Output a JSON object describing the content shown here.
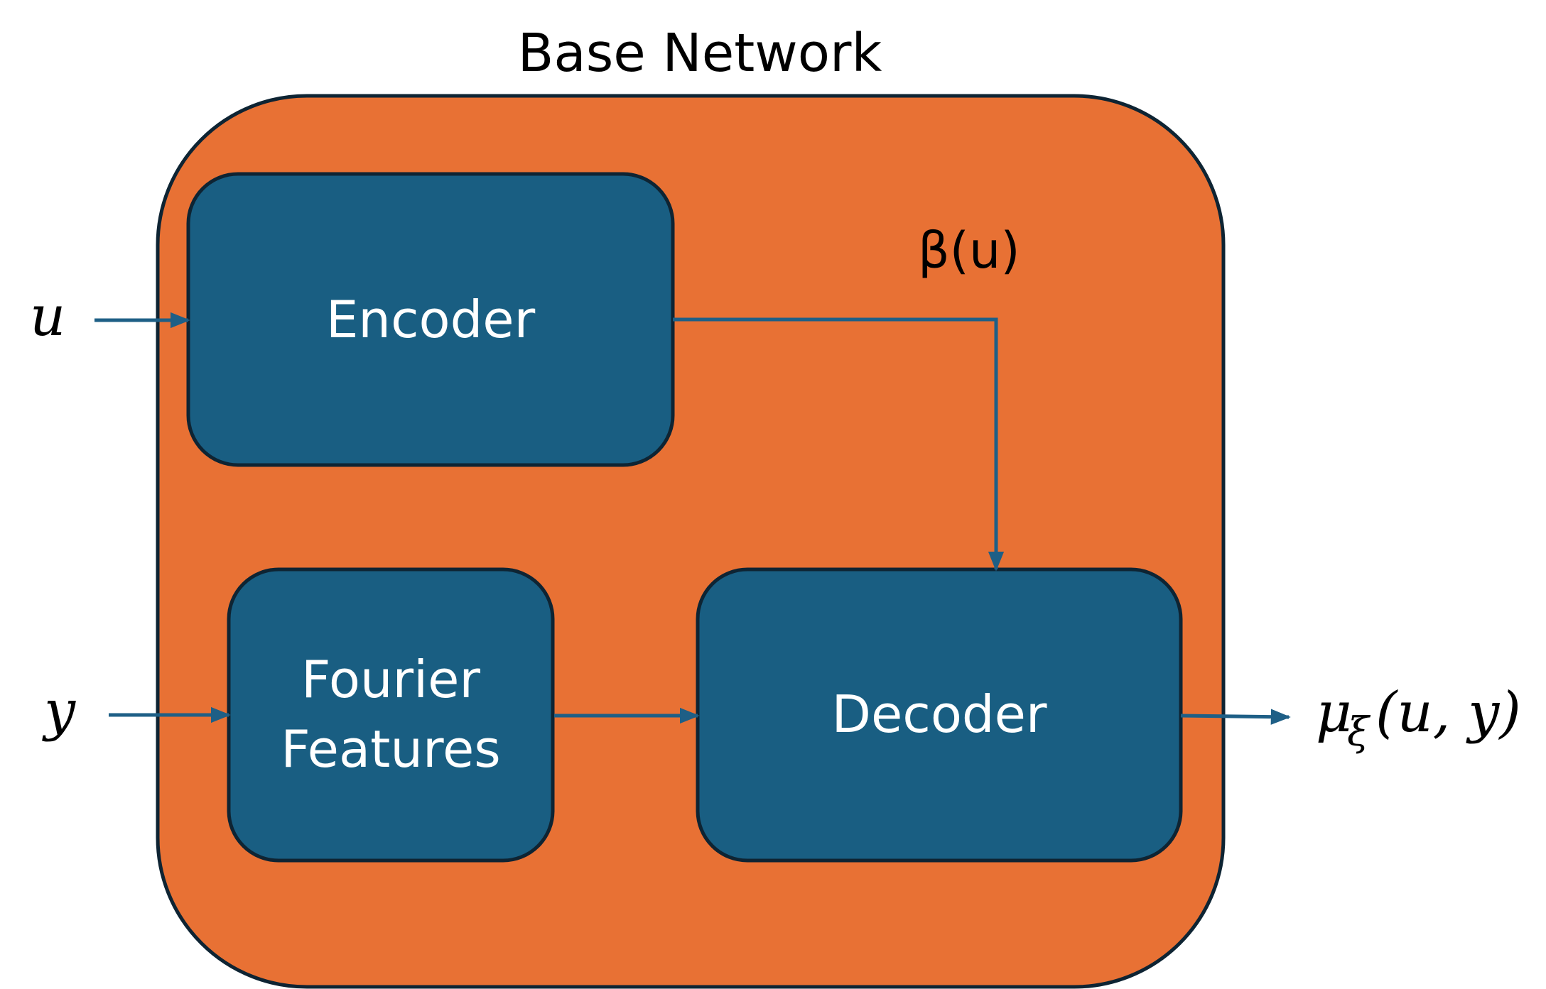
{
  "diagram": {
    "title": "Base Network",
    "inputs": {
      "u": "u",
      "y": "y"
    },
    "blocks": {
      "encoder": "Encoder",
      "fourier_line1": "Fourier",
      "fourier_line2": "Features",
      "decoder": "Decoder"
    },
    "edge_labels": {
      "beta": "β(u)"
    },
    "output": {
      "symbol": "μ",
      "subscript": "ξ",
      "args": "(u, y)"
    }
  },
  "colors": {
    "container_fill": "#E87134",
    "block_fill": "#195E82",
    "stroke": "#0E2433",
    "arrow": "#1E5F86"
  },
  "icons": {
    "arrowhead": "arrowhead-icon"
  }
}
